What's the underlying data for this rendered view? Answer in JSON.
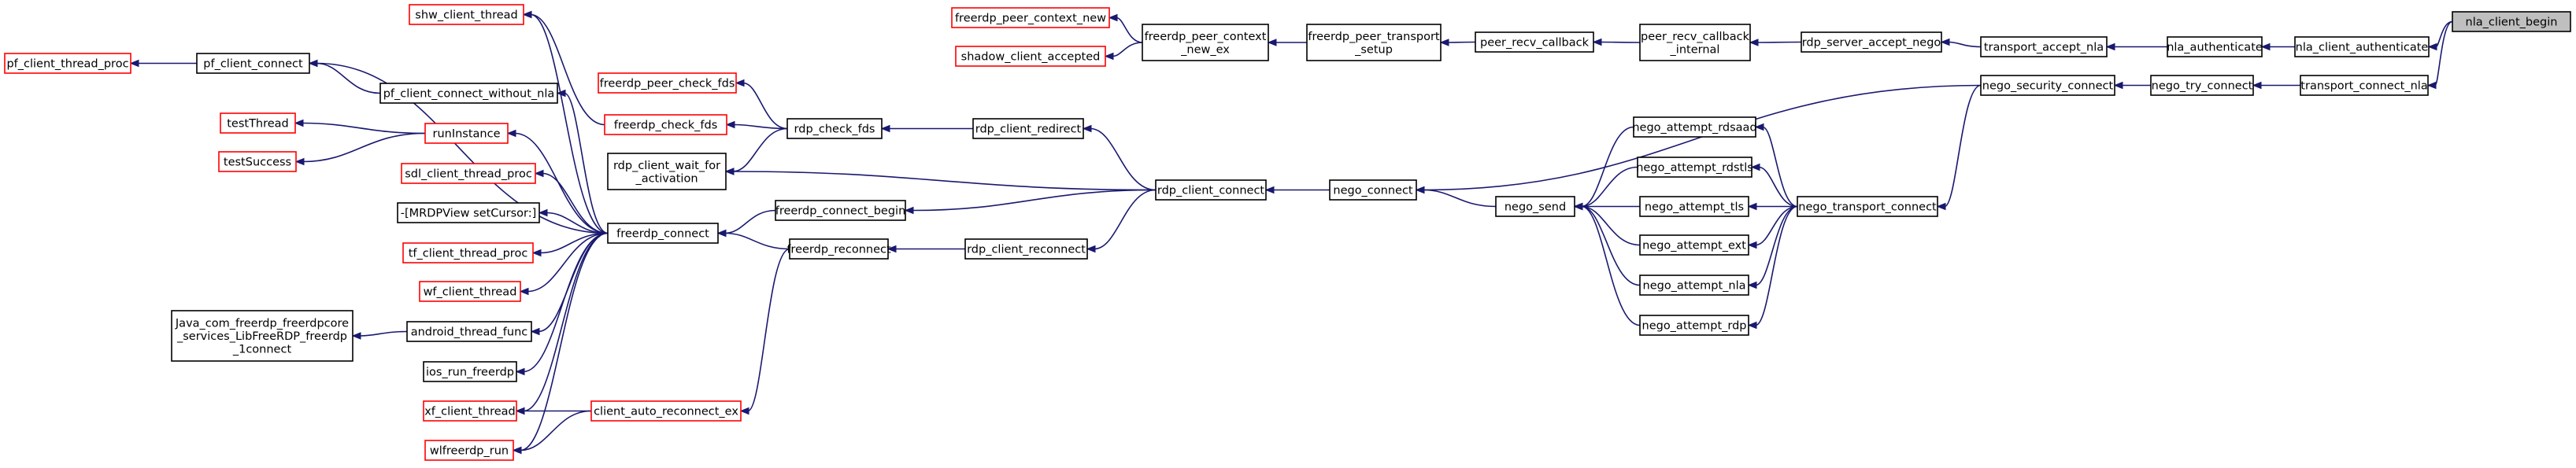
{
  "graph": {
    "root": "nla_client_begin",
    "nodes": [
      {
        "id": "nla_client_begin",
        "lines": [
          "nla_client_begin"
        ],
        "style": "root"
      },
      {
        "id": "nla_client_authenticate",
        "lines": [
          "nla_client_authenticate"
        ],
        "style": "black"
      },
      {
        "id": "transport_connect_nla",
        "lines": [
          "transport_connect_nla"
        ],
        "style": "black"
      },
      {
        "id": "nla_authenticate",
        "lines": [
          "nla_authenticate"
        ],
        "style": "black"
      },
      {
        "id": "nego_try_connect",
        "lines": [
          "nego_try_connect"
        ],
        "style": "black"
      },
      {
        "id": "transport_accept_nla",
        "lines": [
          "transport_accept_nla"
        ],
        "style": "black"
      },
      {
        "id": "nego_security_connect",
        "lines": [
          "nego_security_connect"
        ],
        "style": "black"
      },
      {
        "id": "rdp_server_accept_nego",
        "lines": [
          "rdp_server_accept_nego"
        ],
        "style": "black"
      },
      {
        "id": "nego_transport_connect",
        "lines": [
          "nego_transport_connect"
        ],
        "style": "black"
      },
      {
        "id": "peer_recv_callback_internal",
        "lines": [
          "peer_recv_callback",
          "_internal"
        ],
        "style": "black"
      },
      {
        "id": "nego_attempt_rdsaad",
        "lines": [
          "nego_attempt_rdsaad"
        ],
        "style": "black"
      },
      {
        "id": "nego_attempt_rdstls",
        "lines": [
          "nego_attempt_rdstls"
        ],
        "style": "black"
      },
      {
        "id": "nego_attempt_tls",
        "lines": [
          "nego_attempt_tls"
        ],
        "style": "black"
      },
      {
        "id": "nego_attempt_ext",
        "lines": [
          "nego_attempt_ext"
        ],
        "style": "black"
      },
      {
        "id": "nego_attempt_nla",
        "lines": [
          "nego_attempt_nla"
        ],
        "style": "black"
      },
      {
        "id": "nego_attempt_rdp",
        "lines": [
          "nego_attempt_rdp"
        ],
        "style": "black"
      },
      {
        "id": "peer_recv_callback",
        "lines": [
          "peer_recv_callback"
        ],
        "style": "black"
      },
      {
        "id": "nego_send",
        "lines": [
          "nego_send"
        ],
        "style": "black"
      },
      {
        "id": "freerdp_peer_transport_setup",
        "lines": [
          "freerdp_peer_transport",
          "_setup"
        ],
        "style": "black"
      },
      {
        "id": "nego_connect",
        "lines": [
          "nego_connect"
        ],
        "style": "black"
      },
      {
        "id": "freerdp_peer_context_new_ex",
        "lines": [
          "freerdp_peer_context",
          "_new_ex"
        ],
        "style": "black"
      },
      {
        "id": "rdp_client_connect",
        "lines": [
          "rdp_client_connect"
        ],
        "style": "black"
      },
      {
        "id": "freerdp_peer_context_new",
        "lines": [
          "freerdp_peer_context_new"
        ],
        "style": "red"
      },
      {
        "id": "shadow_client_accepted",
        "lines": [
          "shadow_client_accepted"
        ],
        "style": "red"
      },
      {
        "id": "rdp_client_redirect",
        "lines": [
          "rdp_client_redirect"
        ],
        "style": "black"
      },
      {
        "id": "rdp_client_reconnect",
        "lines": [
          "rdp_client_reconnect"
        ],
        "style": "black"
      },
      {
        "id": "rdp_check_fds",
        "lines": [
          "rdp_check_fds"
        ],
        "style": "black"
      },
      {
        "id": "freerdp_connect_begin",
        "lines": [
          "freerdp_connect_begin"
        ],
        "style": "black"
      },
      {
        "id": "freerdp_reconnect",
        "lines": [
          "freerdp_reconnect"
        ],
        "style": "black"
      },
      {
        "id": "freerdp_peer_check_fds",
        "lines": [
          "freerdp_peer_check_fds"
        ],
        "style": "red"
      },
      {
        "id": "freerdp_check_fds",
        "lines": [
          "freerdp_check_fds"
        ],
        "style": "red"
      },
      {
        "id": "rdp_client_wait_for_activation",
        "lines": [
          "rdp_client_wait_for",
          "_activation"
        ],
        "style": "black"
      },
      {
        "id": "freerdp_connect",
        "lines": [
          "freerdp_connect"
        ],
        "style": "black"
      },
      {
        "id": "client_auto_reconnect_ex",
        "lines": [
          "client_auto_reconnect_ex"
        ],
        "style": "red"
      },
      {
        "id": "shw_client_thread",
        "lines": [
          "shw_client_thread"
        ],
        "style": "red"
      },
      {
        "id": "pf_client_connect_without_nla",
        "lines": [
          "pf_client_connect_without_nla"
        ],
        "style": "black"
      },
      {
        "id": "runInstance",
        "lines": [
          "runInstance"
        ],
        "style": "red"
      },
      {
        "id": "sdl_client_thread_proc",
        "lines": [
          "sdl_client_thread_proc"
        ],
        "style": "red"
      },
      {
        "id": "mrdpview_setcursor",
        "lines": [
          "-[MRDPView setCursor:]"
        ],
        "style": "black"
      },
      {
        "id": "tf_client_thread_proc",
        "lines": [
          "tf_client_thread_proc"
        ],
        "style": "red"
      },
      {
        "id": "wf_client_thread",
        "lines": [
          "wf_client_thread"
        ],
        "style": "red"
      },
      {
        "id": "android_thread_func",
        "lines": [
          "android_thread_func"
        ],
        "style": "black"
      },
      {
        "id": "ios_run_freerdp",
        "lines": [
          "ios_run_freerdp"
        ],
        "style": "black"
      },
      {
        "id": "xf_client_thread",
        "lines": [
          "xf_client_thread"
        ],
        "style": "red"
      },
      {
        "id": "wlfreerdp_run",
        "lines": [
          "wlfreerdp_run"
        ],
        "style": "red"
      },
      {
        "id": "pf_client_connect",
        "lines": [
          "pf_client_connect"
        ],
        "style": "black"
      },
      {
        "id": "testThread",
        "lines": [
          "testThread"
        ],
        "style": "red"
      },
      {
        "id": "testSuccess",
        "lines": [
          "testSuccess"
        ],
        "style": "red"
      },
      {
        "id": "java_freerdp_connect",
        "lines": [
          "Java_com_freerdp_freerdpcore",
          "_services_LibFreeRDP_freerdp",
          "_1connect"
        ],
        "style": "black"
      },
      {
        "id": "pf_client_thread_proc",
        "lines": [
          "pf_client_thread_proc"
        ],
        "style": "red"
      }
    ],
    "edges": [
      [
        "nla_client_authenticate",
        "nla_client_begin"
      ],
      [
        "transport_connect_nla",
        "nla_client_begin"
      ],
      [
        "nla_authenticate",
        "nla_client_authenticate"
      ],
      [
        "nego_try_connect",
        "transport_connect_nla"
      ],
      [
        "transport_accept_nla",
        "nla_authenticate"
      ],
      [
        "nego_security_connect",
        "nego_try_connect"
      ],
      [
        "rdp_server_accept_nego",
        "transport_accept_nla"
      ],
      [
        "nego_transport_connect",
        "nego_security_connect"
      ],
      [
        "nego_connect",
        "nego_security_connect"
      ],
      [
        "peer_recv_callback_internal",
        "rdp_server_accept_nego"
      ],
      [
        "peer_recv_callback",
        "peer_recv_callback_internal"
      ],
      [
        "freerdp_peer_transport_setup",
        "peer_recv_callback"
      ],
      [
        "freerdp_peer_context_new_ex",
        "freerdp_peer_transport_setup"
      ],
      [
        "freerdp_peer_context_new",
        "freerdp_peer_context_new_ex"
      ],
      [
        "shadow_client_accepted",
        "freerdp_peer_context_new_ex"
      ],
      [
        "nego_attempt_rdsaad",
        "nego_transport_connect"
      ],
      [
        "nego_attempt_rdstls",
        "nego_transport_connect"
      ],
      [
        "nego_attempt_tls",
        "nego_transport_connect"
      ],
      [
        "nego_attempt_ext",
        "nego_transport_connect"
      ],
      [
        "nego_attempt_nla",
        "nego_transport_connect"
      ],
      [
        "nego_attempt_rdp",
        "nego_transport_connect"
      ],
      [
        "nego_send",
        "nego_attempt_rdsaad"
      ],
      [
        "nego_send",
        "nego_attempt_rdstls"
      ],
      [
        "nego_send",
        "nego_attempt_tls"
      ],
      [
        "nego_send",
        "nego_attempt_ext"
      ],
      [
        "nego_send",
        "nego_attempt_nla"
      ],
      [
        "nego_send",
        "nego_attempt_rdp"
      ],
      [
        "nego_connect",
        "nego_send"
      ],
      [
        "rdp_client_connect",
        "nego_connect"
      ],
      [
        "rdp_client_redirect",
        "rdp_client_connect"
      ],
      [
        "rdp_client_reconnect",
        "rdp_client_connect"
      ],
      [
        "freerdp_connect_begin",
        "rdp_client_connect"
      ],
      [
        "rdp_check_fds",
        "rdp_client_redirect"
      ],
      [
        "freerdp_reconnect",
        "rdp_client_reconnect"
      ],
      [
        "rdp_client_connect",
        "rdp_client_wait_for_activation"
      ],
      [
        "freerdp_peer_check_fds",
        "rdp_check_fds"
      ],
      [
        "freerdp_check_fds",
        "rdp_check_fds"
      ],
      [
        "rdp_client_wait_for_activation",
        "rdp_check_fds"
      ],
      [
        "freerdp_connect",
        "freerdp_connect_begin"
      ],
      [
        "freerdp_connect",
        "freerdp_reconnect"
      ],
      [
        "client_auto_reconnect_ex",
        "freerdp_reconnect"
      ],
      [
        "shw_client_thread",
        "freerdp_check_fds"
      ],
      [
        "shw_client_thread",
        "freerdp_connect"
      ],
      [
        "pf_client_connect",
        "freerdp_connect"
      ],
      [
        "pf_client_connect_without_nla",
        "freerdp_connect"
      ],
      [
        "runInstance",
        "freerdp_connect"
      ],
      [
        "sdl_client_thread_proc",
        "freerdp_connect"
      ],
      [
        "mrdpview_setcursor",
        "freerdp_connect"
      ],
      [
        "tf_client_thread_proc",
        "freerdp_connect"
      ],
      [
        "wf_client_thread",
        "freerdp_connect"
      ],
      [
        "android_thread_func",
        "freerdp_connect"
      ],
      [
        "ios_run_freerdp",
        "freerdp_connect"
      ],
      [
        "xf_client_thread",
        "freerdp_connect"
      ],
      [
        "wlfreerdp_run",
        "freerdp_connect"
      ],
      [
        "xf_client_thread",
        "client_auto_reconnect_ex"
      ],
      [
        "wlfreerdp_run",
        "client_auto_reconnect_ex"
      ],
      [
        "pf_client_connect",
        "pf_client_connect_without_nla"
      ],
      [
        "testThread",
        "runInstance"
      ],
      [
        "testSuccess",
        "runInstance"
      ],
      [
        "java_freerdp_connect",
        "android_thread_func"
      ],
      [
        "pf_client_thread_proc",
        "pf_client_connect"
      ]
    ]
  }
}
